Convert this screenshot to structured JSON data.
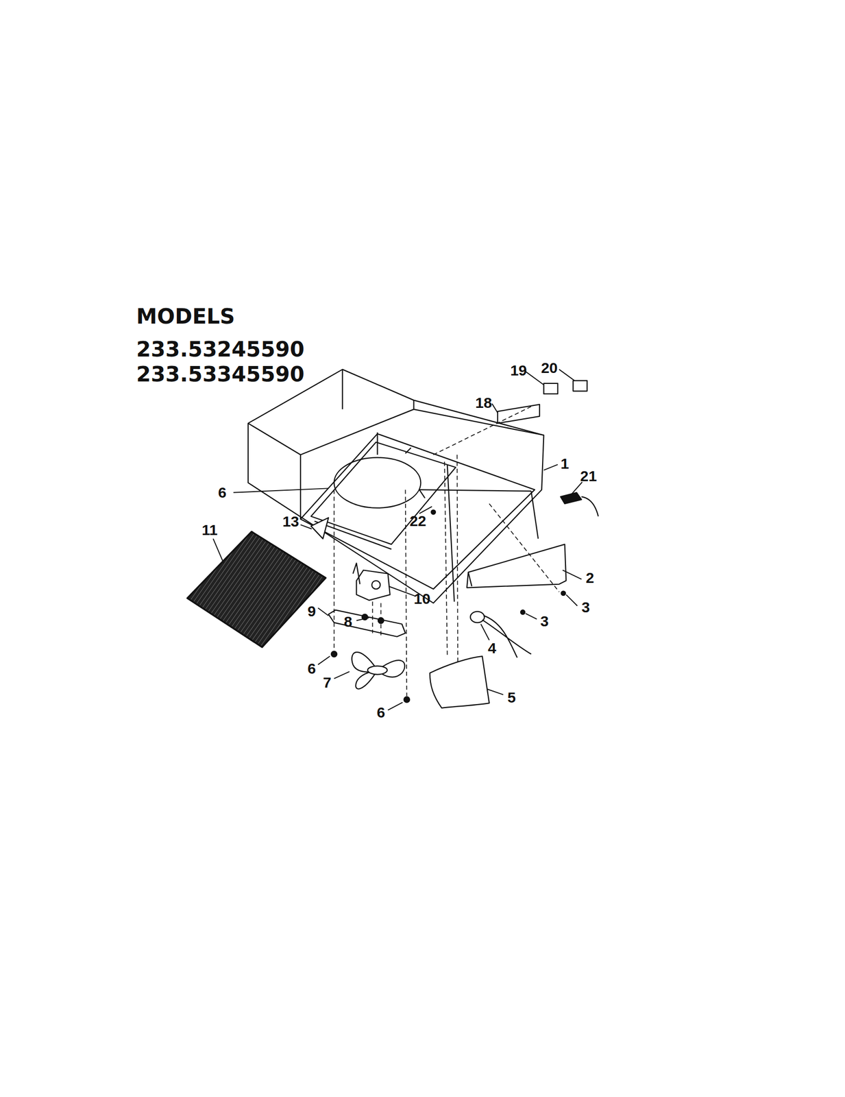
{
  "diagram": {
    "title": "MODELS",
    "labels": [
      "233.53245590",
      "233.53345590",
      "19",
      "20",
      "18",
      "1",
      "21",
      "6",
      "13",
      "22",
      "11",
      "2",
      "3",
      "10",
      "9",
      "3",
      "8",
      "4",
      "6",
      "7",
      "5",
      "6"
    ]
  }
}
